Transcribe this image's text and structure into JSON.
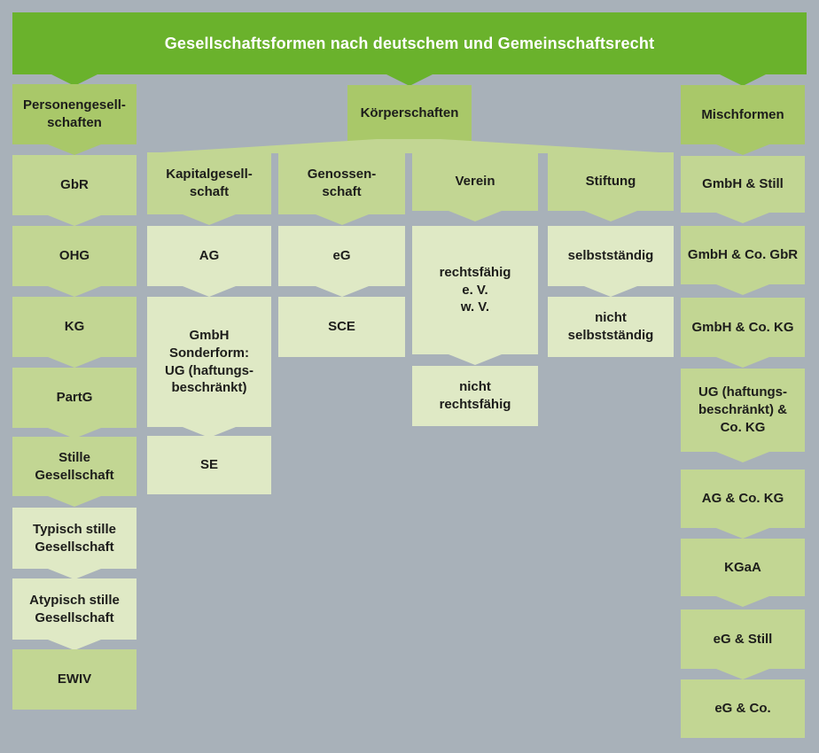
{
  "title": "Gesellschaftsformen nach deutschem und Gemeinschaftsrecht",
  "colors": {
    "background": "#a8b1b9",
    "title_bar": "#6ab22c",
    "branch_box": "#a9c869",
    "node_box": "#c2d693",
    "subnode_box": "#dfe9c5",
    "text": "#1d1d1b",
    "title_text": "#ffffff"
  },
  "nodes": {
    "personen": "Personengesell-\nschaften",
    "koerperschaften": "Körperschaften",
    "mischformen": "Mischformen",
    "gbr": "GbR",
    "ohg": "OHG",
    "kg": "KG",
    "partg": "PartG",
    "stille": "Stille\nGesellschaft",
    "typisch": "Typisch stille\nGesellschaft",
    "atypisch": "Atypisch stille\nGesellschaft",
    "ewiv": "EWIV",
    "kapital": "Kapitalgesell-\nschaft",
    "ag": "AG",
    "gmbh_ug": "GmbH\nSonderform:\nUG (haftungs-\nbeschränkt)",
    "se": "SE",
    "genossenschaft": "Genossen-\nschaft",
    "eg": "eG",
    "sce": "SCE",
    "verein": "Verein",
    "rechtsfaehig": "rechtsfähig\ne. V.\nw. V.",
    "nicht_rechtsfaehig": "nicht\nrechtsfähig",
    "stiftung": "Stiftung",
    "selbststaendig": "selbstständig",
    "nicht_selbststaendig": "nicht\nselbstständig",
    "gmbh_still": "GmbH & Still",
    "gmbh_co_gbr": "GmbH & Co. GbR",
    "gmbh_co_kg": "GmbH & Co. KG",
    "ug_co_kg": "UG (haftungs-\nbeschränkt) &\nCo. KG",
    "ag_co_kg": "AG & Co. KG",
    "kgaa": "KGaA",
    "eg_still": "eG & Still",
    "eg_co": "eG & Co."
  }
}
